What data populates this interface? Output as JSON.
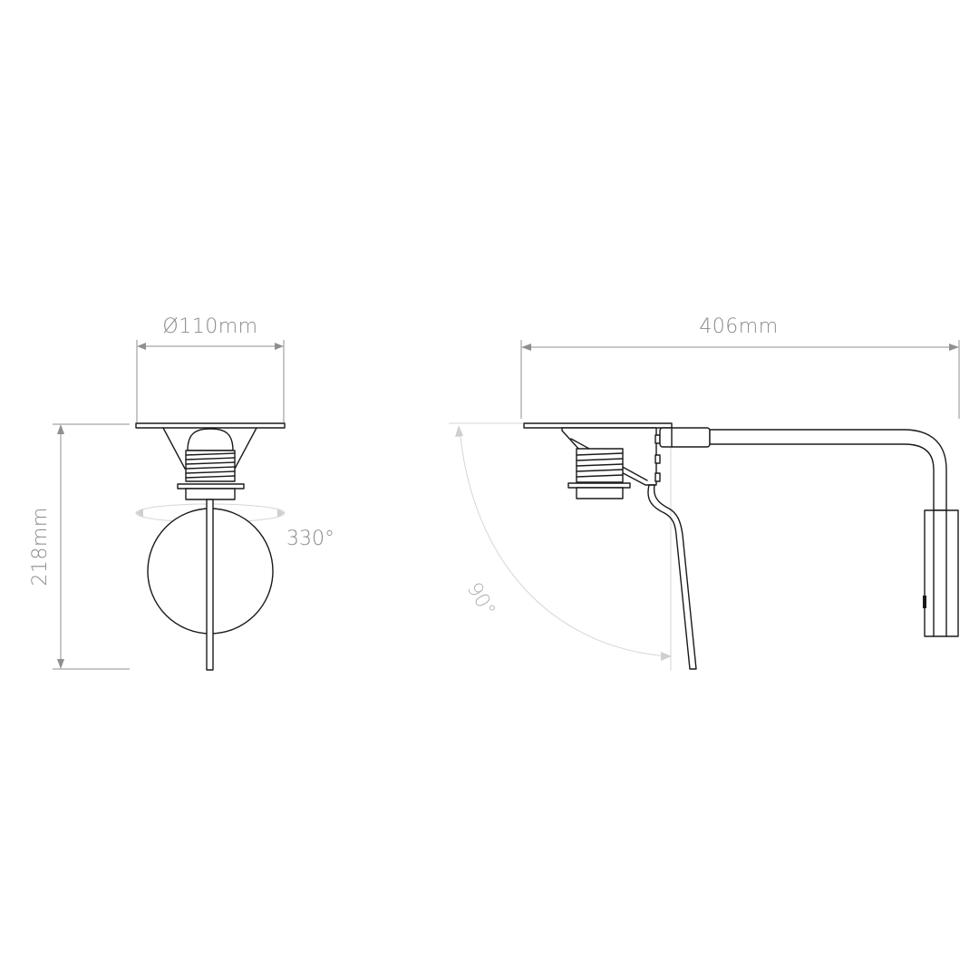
{
  "dimensions": {
    "front_diameter": "Ø110mm",
    "height": "218mm",
    "length": "406mm"
  },
  "angles": {
    "rotation": "330°",
    "tilt": "90°"
  },
  "colors": {
    "line": "#1a1a1a",
    "dimension": "#8f8f8f",
    "faint": "#d6d6d6",
    "background": "#ffffff"
  }
}
